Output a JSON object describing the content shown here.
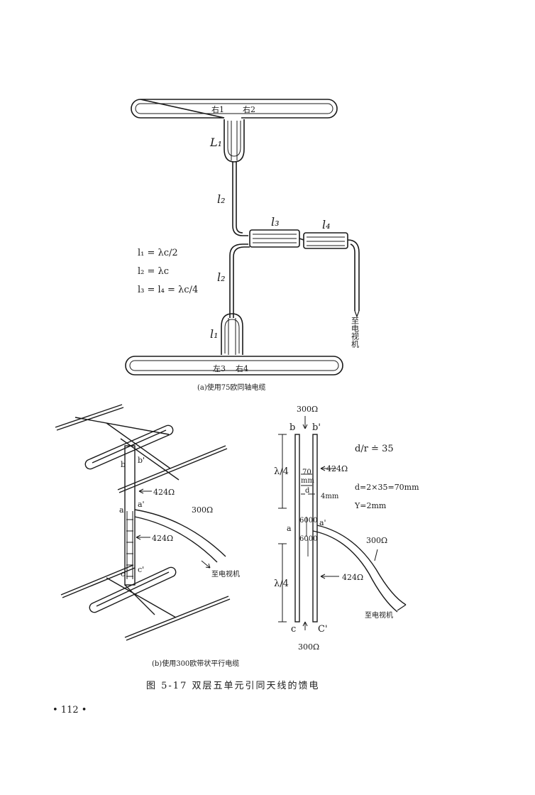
{
  "diagram_a": {
    "labels": {
      "top_left": "右1",
      "top_right": "右2",
      "bot_left": "左3",
      "bot_right": "右4",
      "L1_top": "L₁",
      "l2_top": "l₂",
      "l3": "l₃",
      "l4": "l₄",
      "l2_bot": "l₂",
      "l1_bot": "l₁",
      "to_tv": "至电视机"
    },
    "formulas": [
      "l₁ = λc/2",
      "l₂ = λc",
      "l₃ = l₄ = λc/4"
    ],
    "caption": "(a)使用75欧同轴电缆"
  },
  "diagram_b": {
    "labels": {
      "b": "b",
      "b_prime": "b'",
      "a": "a",
      "a_prime": "a'",
      "c": "c",
      "c_prime": "c'",
      "ohm_424_top": "424Ω",
      "ohm_424_bot": "424Ω",
      "ohm_300": "300Ω",
      "to_tv": "至电视机"
    },
    "caption": "(b)使用300欧带状平行电缆"
  },
  "diagram_c": {
    "labels": {
      "top_ohm": "300Ω",
      "bot_ohm": "300Ω",
      "b": "b",
      "b_prime": "b'",
      "a": "a",
      "a_prime": "a'",
      "c": "c",
      "c_prime": "C'",
      "lambda_top": "λ/4",
      "lambda_bot": "λ/4",
      "ohm_424_top": "424Ω",
      "ohm_424_bot": "424Ω",
      "ohm_300_cable": "300Ω",
      "dim_70": "70",
      "dim_mm": "mm",
      "dim_d": "d",
      "dim_4mm": "4mm",
      "dim_6000_top": "6000",
      "dim_6000_bot": "6000",
      "ratio": "d/r ≐ 35",
      "d_eq": "d=2×35=70mm",
      "r_eq": "Y=2mm",
      "to_tv": "至电视机"
    }
  },
  "figure_caption": "图 5-17  双层五单元引同天线的馈电",
  "page_number": "• 112 •"
}
